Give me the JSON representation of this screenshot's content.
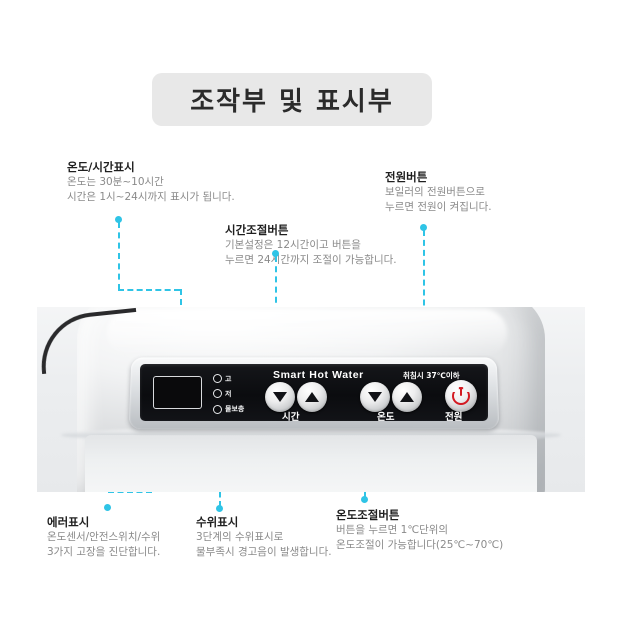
{
  "title": "조작부 및 표시부",
  "annotations": [
    {
      "key": "temp_time_display",
      "heading": "온도/시간표시",
      "line1": "온도는 30분~10시간",
      "line2": "시간은 1시~24시까지 표시가 됩니다."
    },
    {
      "key": "time_adjust_button",
      "heading": "시간조절버튼",
      "line1": "기본설정은 12시간이고 버튼을",
      "line2": "누르면 24시간까지 조절이 가능합니다."
    },
    {
      "key": "power_button",
      "heading": "전원버튼",
      "line1": "보일러의 전원버튼으로",
      "line2": "누르면 전원이 켜집니다."
    },
    {
      "key": "error_display",
      "heading": "에러표시",
      "line1": "온도센서/안전스위치/수위",
      "line2": "3가지 고장을 진단합니다."
    },
    {
      "key": "water_level_display",
      "heading": "수위표시",
      "line1": "3단계의 수위표시로",
      "line2": "물부족시 경고음이 발생합니다."
    },
    {
      "key": "temp_adjust_button",
      "heading": "온도조절버튼",
      "line1": "버튼을 누르면 1℃단위의",
      "line2": "온도조절이 가능합니다(25℃~70℃)"
    }
  ],
  "panel": {
    "brand": "Smart Hot Water",
    "sleep_note": "취침시 37℃이하",
    "indicators": [
      {
        "label": "고"
      },
      {
        "label": "저"
      },
      {
        "label": "물보충"
      }
    ],
    "time_group_label": "시간",
    "temp_group_label": "온도",
    "power_label": "전원",
    "time_down_icon": "triangle-down-icon",
    "time_up_icon": "triangle-up-icon",
    "temp_down_icon": "triangle-down-icon",
    "temp_up_icon": "triangle-up-icon",
    "power_icon": "power-icon",
    "lcd_value": ""
  },
  "colors": {
    "accent": "#2fc4e6",
    "title_bg": "#e8e8e8",
    "heading": "#1f1f1f",
    "body_text": "#8a8a8a",
    "panel_bg": "#0b0c0f",
    "power_red": "#d31a22"
  }
}
